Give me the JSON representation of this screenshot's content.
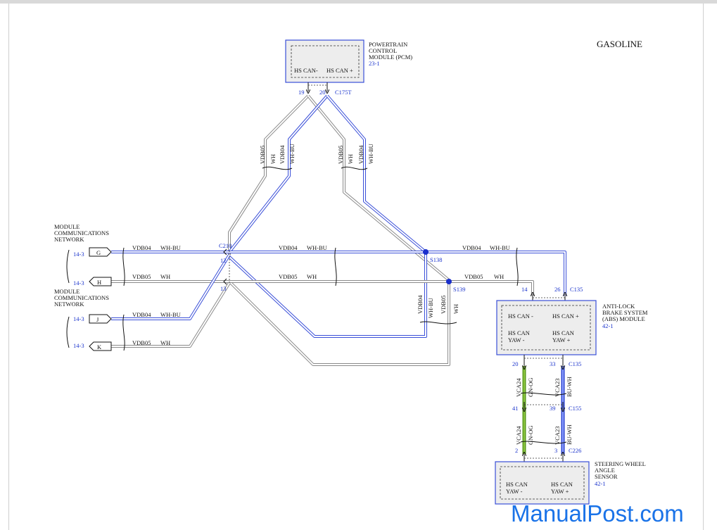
{
  "title": "GASOLINE",
  "watermark": "ManualPost.com",
  "colors": {
    "can_high": "#3a4fd8",
    "can_low": "#7a7a7a",
    "green": "#5a9a1e",
    "blue_wire": "#2e46d0",
    "splice": "#1a2fcc"
  },
  "pcm": {
    "name": [
      "POWERTRAIN",
      "CONTROL",
      "MODULE (PCM)"
    ],
    "ref": "23-1",
    "pin_low": "HS CAN-",
    "pin_high": "HS CAN +",
    "pin_a": "19",
    "pin_b": "20",
    "connector": "C175T"
  },
  "left_branch": {
    "circuit": "VDB05",
    "color": "WH",
    "circuit2": "VDB04",
    "color2": "WH-BU"
  },
  "right_branch": {
    "circuit": "VDB05",
    "color": "WH",
    "circuit2": "VDB04",
    "color2": "WH-BU"
  },
  "network1": {
    "label": [
      "MODULE",
      "COMMUNICATIONS",
      "NETWORK"
    ],
    "g_ref": "14-3",
    "g_letter": "G",
    "h_ref": "14-3",
    "h_letter": "H"
  },
  "network2": {
    "label": [
      "MODULE",
      "COMMUNICATIONS",
      "NETWORK"
    ],
    "j_ref": "14-3",
    "j_letter": "J",
    "k_ref": "14-3",
    "k_letter": "K"
  },
  "wires": {
    "vdb04": "VDB04",
    "vdb05": "VDB05",
    "wh_bu": "WH-BU",
    "wh": "WH"
  },
  "c210": {
    "connector": "C210",
    "pin12": "12",
    "pin13": "13"
  },
  "splices": {
    "s138": "S138",
    "s139": "S139"
  },
  "abs": {
    "name": [
      "ANTI-LOCK",
      "BRAKE SYSTEM",
      "(ABS) MODULE"
    ],
    "ref": "42-1",
    "pin_low": "HS CAN -",
    "pin_high": "HS CAN +",
    "yaw_low": [
      "HS CAN",
      "YAW -"
    ],
    "yaw_high": [
      "HS CAN",
      "YAW +"
    ],
    "top_pin_a": "14",
    "top_pin_b": "26",
    "top_connector": "C135",
    "bot_pin_a": "20",
    "bot_pin_b": "33",
    "bot_connector": "C135"
  },
  "yaw_wires": {
    "vca24": "VCA24",
    "gn_og": "GN-OG",
    "vca23": "VCA23",
    "bu_wh": "BU-WH"
  },
  "c155": {
    "pin_a": "41",
    "pin_b": "39",
    "connector": "C155"
  },
  "c226": {
    "pin_a": "2",
    "pin_b": "3",
    "connector": "C226"
  },
  "swas": {
    "name": [
      "STEERING WHEEL",
      "ANGLE",
      "SENSOR"
    ],
    "ref": "42-1",
    "yaw_low": [
      "HS CAN",
      "YAW -"
    ],
    "yaw_high": [
      "HS CAN",
      "YAW +"
    ]
  },
  "vertical_labels": {
    "v1": "VDB04",
    "v2": "WH-BU",
    "v3": "VDB05",
    "v4": "WH"
  }
}
